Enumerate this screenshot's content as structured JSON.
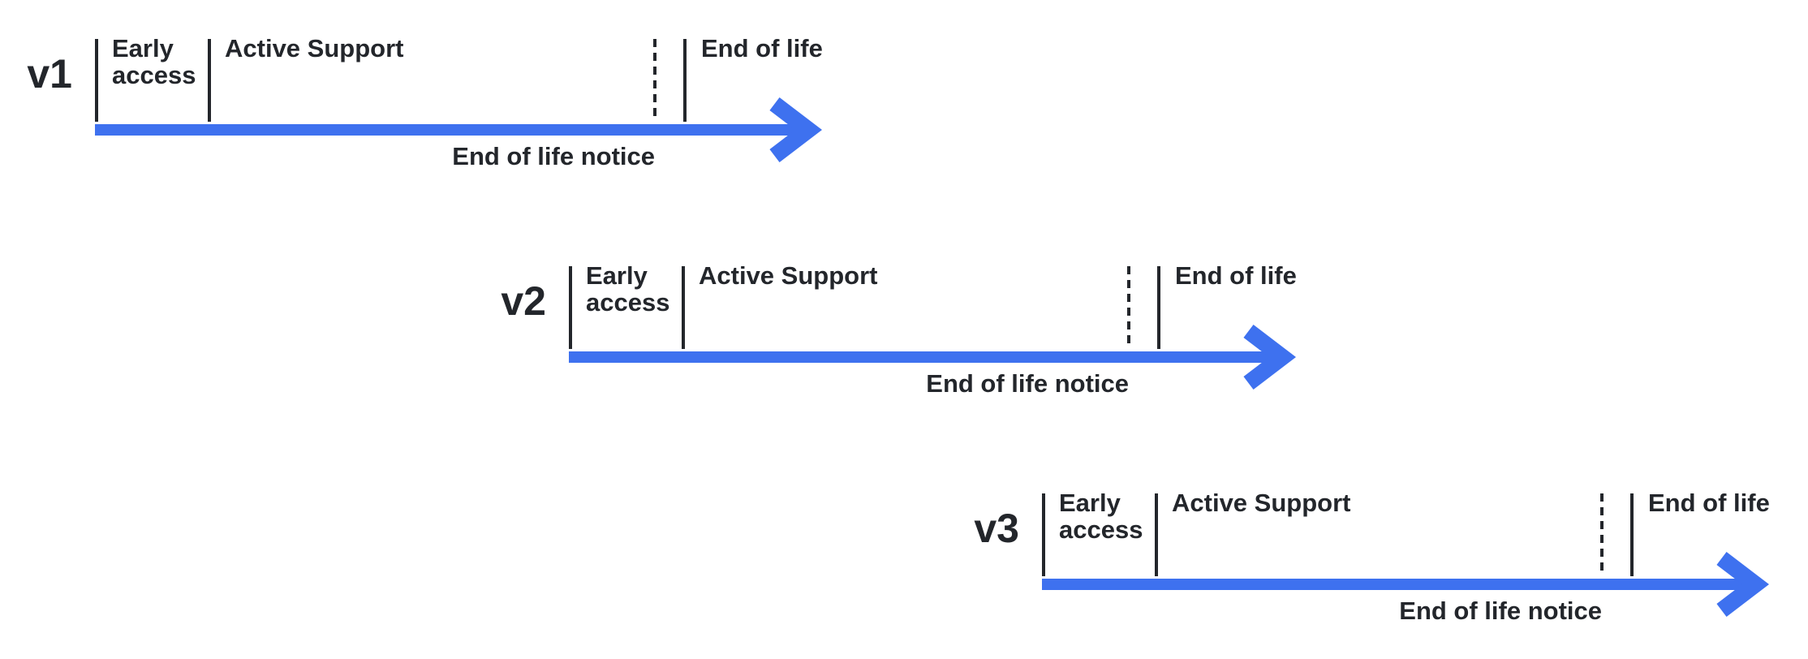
{
  "diagram": {
    "background": "#ffffff",
    "accent_color": "#3E71EF",
    "ink_color": "#23262B",
    "timelines": [
      {
        "version": "v1",
        "early_access_label": "Early access",
        "active_support_label": "Active Support",
        "end_of_life_label": "End of life",
        "eol_notice_label": "End of life notice"
      },
      {
        "version": "v2",
        "early_access_label": "Early access",
        "active_support_label": "Active Support",
        "end_of_life_label": "End of life",
        "eol_notice_label": "End of life notice"
      },
      {
        "version": "v3",
        "early_access_label": "Early access",
        "active_support_label": "Active Support",
        "end_of_life_label": "End of life",
        "eol_notice_label": "End of life notice"
      }
    ]
  }
}
